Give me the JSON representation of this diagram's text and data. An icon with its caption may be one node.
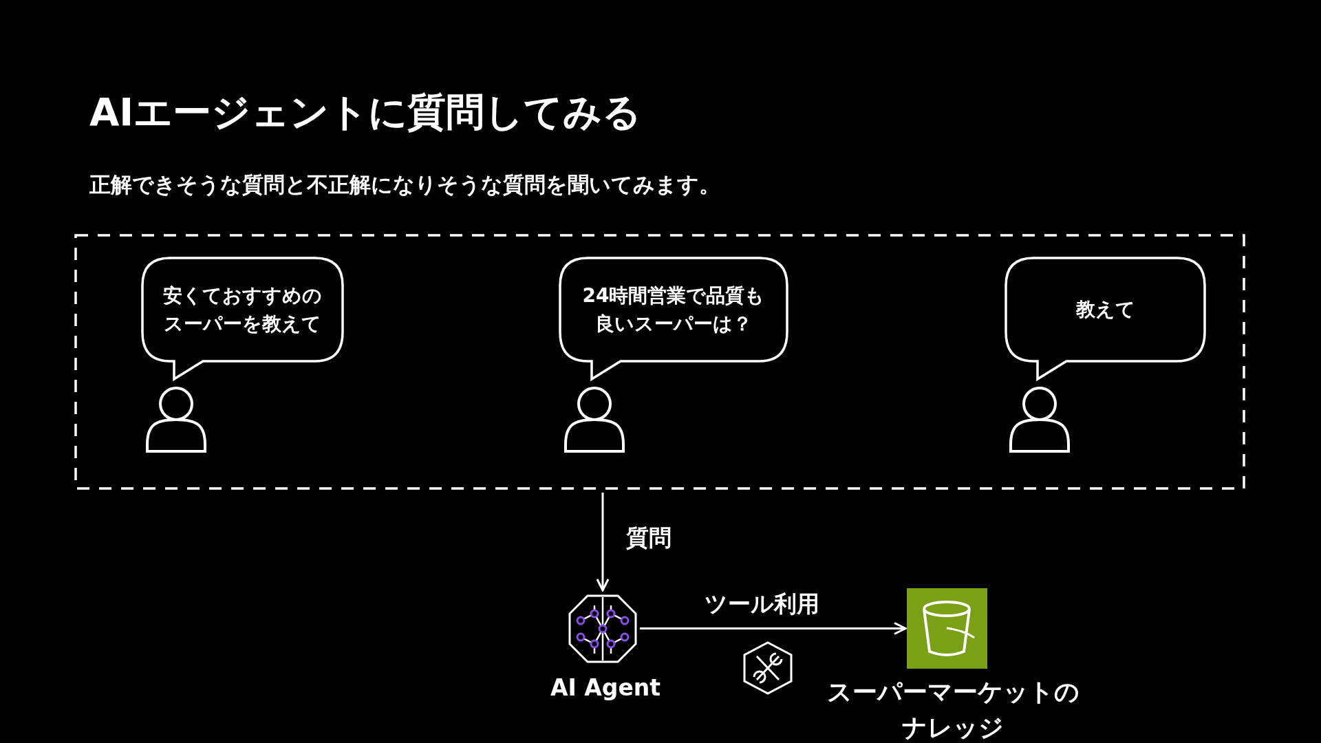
{
  "diagram": {
    "title": "AIエージェントに質問してみる",
    "caption": "正解できそうな質問と不正解になりそうな質問を聞いてみます。",
    "nodes": [
      {
        "text": [],
        "shape": "box"
      },
      {
        "text": [
          "安くておすすめのスーパーを教えて"
        ],
        "in": 0
      },
      {
        "text": [
          "24時間営業で品質も良いスーパーは？"
        ],
        "in": 0
      },
      {
        "text": [
          "教えて"
        ],
        "in": 0
      },
      {
        "text": [],
        "shape": "person",
        "in": 0
      },
      {
        "text": [],
        "shape": "person",
        "in": 0
      },
      {
        "text": [],
        "shape": "person",
        "in": 0
      },
      {
        "text": [
          "AI Agent"
        ]
      },
      {
        "text": [
          "スーパーマーケットのナレッジ"
        ]
      }
    ],
    "edges": [
      {
        "from": 0,
        "to": 7,
        "arrow": "to",
        "label": "質問"
      },
      {
        "from": 7,
        "to": 8,
        "arrow": "to",
        "label": "ツール利用"
      }
    ]
  }
}
